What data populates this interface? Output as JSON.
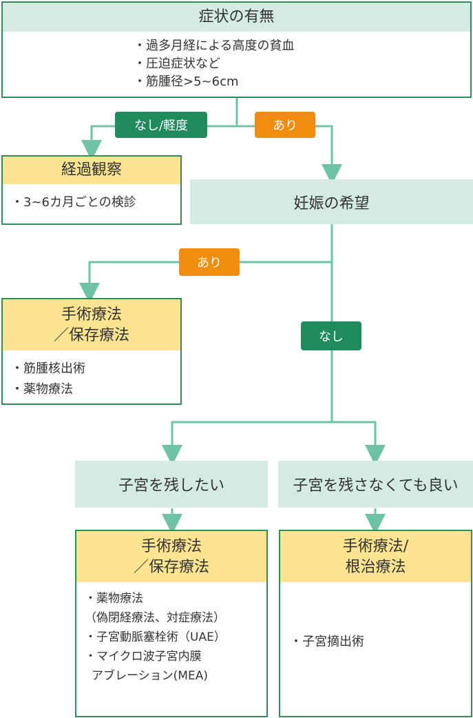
{
  "symptoms": {
    "title": "症状の有無",
    "items": [
      "・過多月経による高度の貧血",
      "・圧迫症状など",
      "・筋腫径>5~6cm"
    ]
  },
  "labels": {
    "none_mild": "なし/軽度",
    "yes1": "あり",
    "yes2": "あり",
    "no": "なし"
  },
  "observation": {
    "title": "経過観察",
    "items": [
      "・3~6カ月ごとの検診"
    ]
  },
  "pregnancy": {
    "title": "妊娠の希望"
  },
  "conservative": {
    "title_line1": "手術療法",
    "title_line2": "／保存療法",
    "items": [
      "・筋腫核出術",
      "・薬物療法"
    ]
  },
  "keep_uterus": {
    "title": "子宮を残したい"
  },
  "no_keep_uterus": {
    "title": "子宮を残さなくても良い"
  },
  "keep_treatment": {
    "title_line1": "手術療法",
    "title_line2": "／保存療法",
    "items": [
      "・薬物療法",
      "（偽閉経療法、対症療法）",
      "・子宮動脈塞栓術（UAE）",
      "・マイクロ波子宮内膜",
      "アブレーション(MEA)"
    ]
  },
  "radical_treatment": {
    "title_line1": "手術療法/",
    "title_line2": "根治療法",
    "items": [
      "・子宮摘出術"
    ]
  },
  "colors": {
    "line": "#6cc3a6",
    "border": "#2e8b57",
    "header_green": "#d3ebe1",
    "header_yellow": "#fde490",
    "label_green": "#1f8a5b",
    "label_orange": "#f28c0f"
  }
}
